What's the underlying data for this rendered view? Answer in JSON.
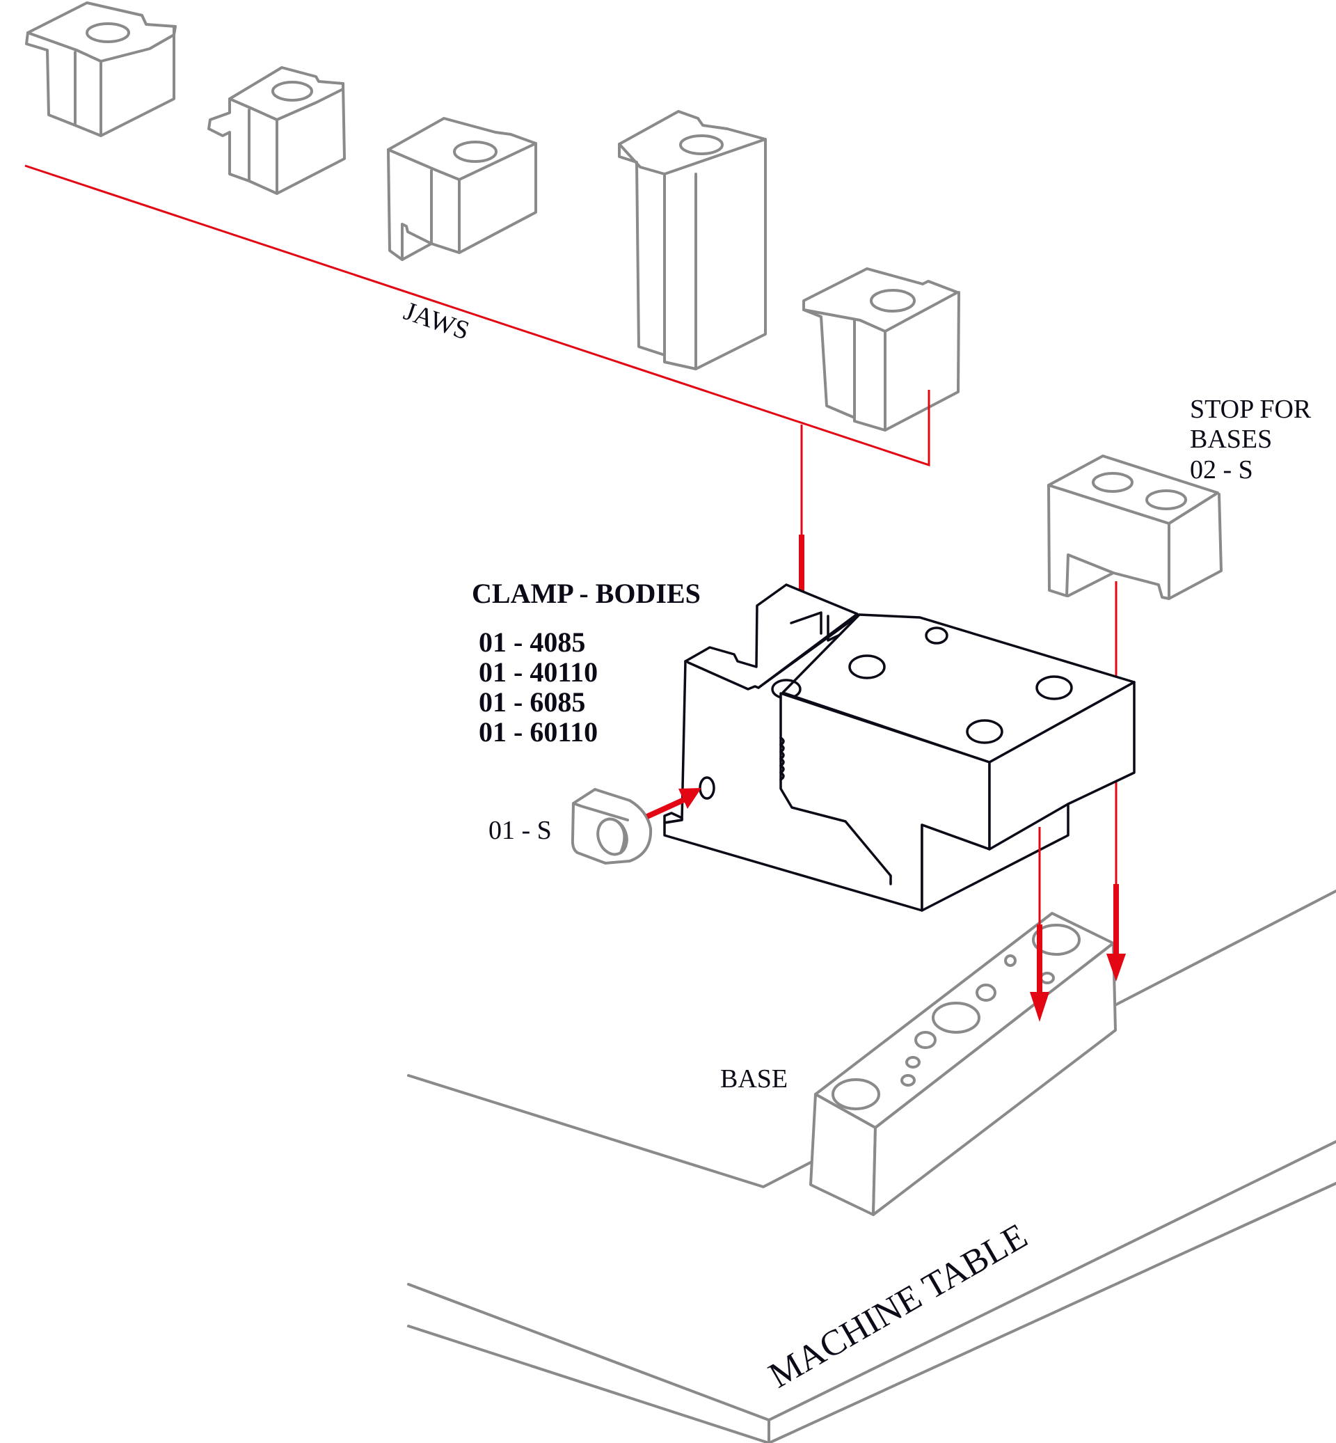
{
  "diagram": {
    "title": "Clamping system exploded assembly",
    "colors": {
      "part_outline": "#8a8a8a",
      "main_part_outline": "#0b0b18",
      "arrow": "#e30613",
      "label_text": "#0b0b18"
    },
    "labels": {
      "jaws": "JAWS",
      "stop": {
        "line1": "STOP FOR",
        "line2": "BASES",
        "line3": "02 - S"
      },
      "clamp_bodies": {
        "heading": "CLAMP - BODIES",
        "codes": [
          "01 - 4085",
          "01 - 40110",
          "01 - 6085",
          "01 - 60110"
        ]
      },
      "screw": "01 - S",
      "base": "BASE",
      "machine_table": "MACHINE TABLE"
    },
    "parts": [
      {
        "id": "jaw-1",
        "group": "JAWS"
      },
      {
        "id": "jaw-2",
        "group": "JAWS"
      },
      {
        "id": "jaw-3",
        "group": "JAWS"
      },
      {
        "id": "jaw-4",
        "group": "JAWS"
      },
      {
        "id": "jaw-5",
        "group": "JAWS"
      },
      {
        "id": "stop-for-bases",
        "code": "02 - S"
      },
      {
        "id": "clamp-body"
      },
      {
        "id": "screw",
        "code": "01 - S"
      },
      {
        "id": "base"
      },
      {
        "id": "machine-table"
      }
    ],
    "connections": [
      {
        "from": "JAWS",
        "to": "clamp-body"
      },
      {
        "from": "screw",
        "to": "clamp-body"
      },
      {
        "from": "stop-for-bases",
        "to": "base"
      },
      {
        "from": "clamp-body",
        "to": "base"
      }
    ]
  }
}
